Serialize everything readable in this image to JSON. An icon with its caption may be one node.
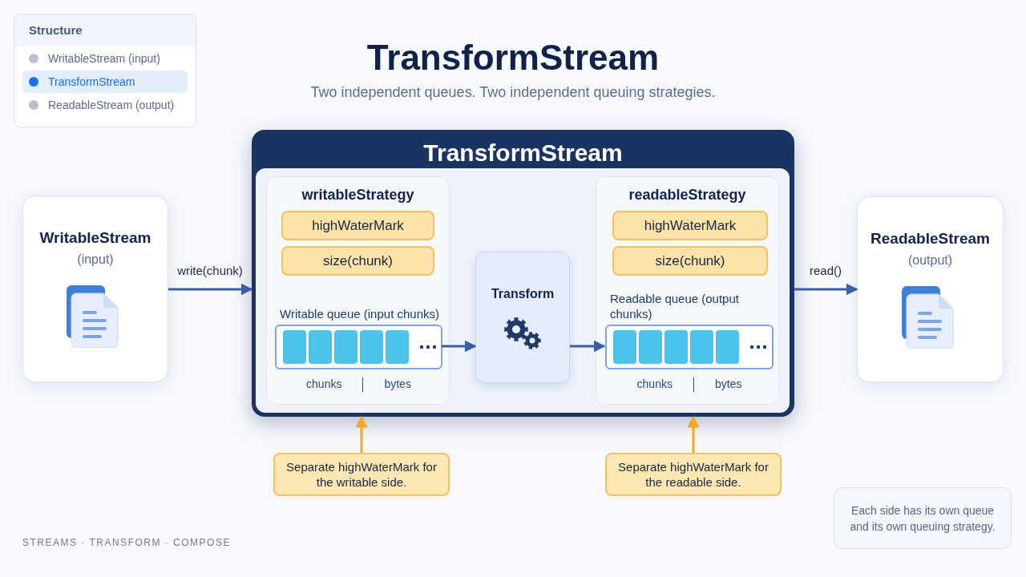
{
  "diagram": {
    "title": "TransformStream",
    "nodes": [
      {
        "text": [
          "WritableStream",
          "(input)"
        ]
      },
      {
        "text": [
          "TransformStream"
        ]
      },
      {
        "text": [
          "writableStrategy"
        ],
        "in": 1
      },
      {
        "text": [
          "highWaterMark"
        ],
        "in": 2
      },
      {
        "text": [
          "size(chunk)"
        ],
        "in": 2
      },
      {
        "text": [
          "Writable queue (input chunks)"
        ],
        "in": 2,
        "beside": [
          "chunks",
          "bytes"
        ]
      },
      {
        "text": [
          "Transform"
        ],
        "in": 1
      },
      {
        "text": [
          "readableStrategy"
        ],
        "in": 1
      },
      {
        "text": [
          "highWaterMark"
        ],
        "in": 7
      },
      {
        "text": [
          "size(chunk)"
        ],
        "in": 7
      },
      {
        "text": [
          "Readable queue (output chunks)"
        ],
        "in": 7,
        "beside": [
          "chunks",
          "bytes"
        ]
      },
      {
        "text": [
          "ReadableStream",
          "(output)"
        ]
      },
      {
        "text": [
          "Separate highWaterMark for the writable side."
        ]
      },
      {
        "text": [
          "Separate highWaterMark for the readable side."
        ]
      },
      {
        "text": [
          "Each side has its own queue and its own queuing strategy."
        ]
      }
    ],
    "edges": [
      {
        "from": 0,
        "to": 1,
        "arrow": "to",
        "label": "write(chunk)"
      },
      {
        "from": 5,
        "to": 6,
        "arrow": "to"
      },
      {
        "from": 6,
        "to": 10,
        "arrow": "to"
      },
      {
        "from": 1,
        "to": 11,
        "arrow": "to",
        "label": "read()"
      },
      {
        "from": 12,
        "to": 1,
        "arrow": "to",
        "color": "#f5a623"
      },
      {
        "from": 13,
        "to": 1,
        "arrow": "to",
        "color": "#f5a623"
      }
    ],
    "labels": [
      "Structure",
      "Two independent queues. Two independent queuing strategies.",
      "STREAMS · TRANSFORM · COMPOSE"
    ],
    "legend": [
      {
        "text": "WritableStream (input)",
        "color": "#b9bfcc"
      },
      {
        "text": "TransformStream",
        "color": "#1a6ef0"
      },
      {
        "text": "ReadableStream (output)",
        "color": "#b9bfcc"
      }
    ]
  }
}
